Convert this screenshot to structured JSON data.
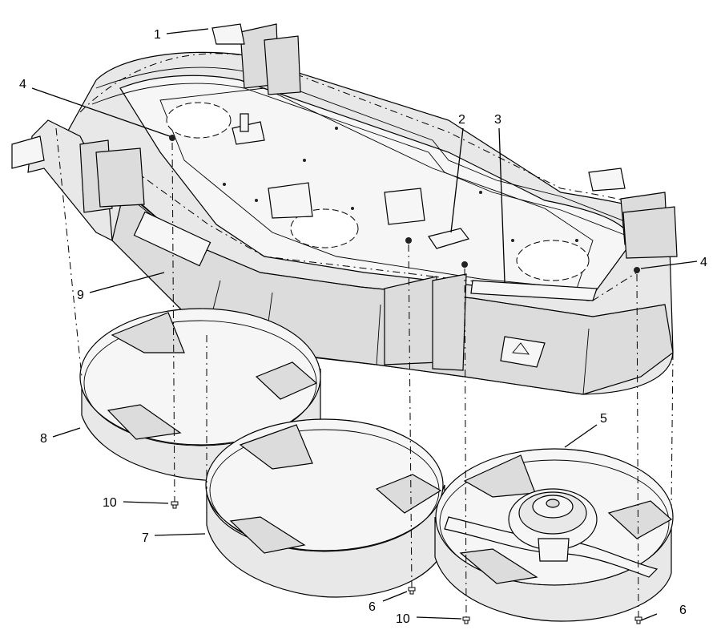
{
  "callouts": [
    {
      "id": "c1",
      "text": "1"
    },
    {
      "id": "c2",
      "text": "2"
    },
    {
      "id": "c3",
      "text": "3"
    },
    {
      "id": "c4a",
      "text": "4"
    },
    {
      "id": "c4b",
      "text": "4"
    },
    {
      "id": "c5",
      "text": "5"
    },
    {
      "id": "c6a",
      "text": "6"
    },
    {
      "id": "c6b",
      "text": "6"
    },
    {
      "id": "c7",
      "text": "7"
    },
    {
      "id": "c8",
      "text": "8"
    },
    {
      "id": "c9",
      "text": "9"
    },
    {
      "id": "c10a",
      "text": "10"
    },
    {
      "id": "c10b",
      "text": "10"
    }
  ]
}
